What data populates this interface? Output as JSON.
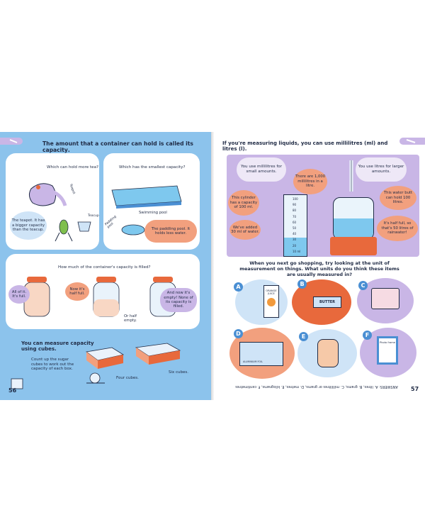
{
  "left": {
    "heading_before": "The amount that a container can hold is called its ",
    "heading_bold": "capacity",
    "heading_after": ".",
    "q1": "Which can hold more tea?",
    "q2": "Which has the smallest capacity?",
    "teapot": "The teapot. It has a bigger capacity than the teacup.",
    "swimming_pool": "Swimming pool",
    "paddling_pool": "Paddling pool",
    "paddling_answer": "The paddling pool. It holds less water.",
    "teapot_label": "Teapot",
    "teacup_label": "Teacup",
    "q3": "How much of the container's capacity is filled?",
    "jar1": "All of it. It's full.",
    "jar2": "Now it's half full.",
    "jar3": "And now it's empty! None of its capacity is filled.",
    "or_half_empty": "Or half empty.",
    "cubes_heading": "You can measure capacity using cubes.",
    "cubes_body": "Count up the sugar cubes to work out the capacity of each box.",
    "four_cubes": "Four cubes.",
    "six_cubes": "Six cubes.",
    "page_number": "56"
  },
  "right": {
    "heading": "If you're measuring liquids, you can use millilitres (ml) and litres (l).",
    "ml_small": "You use millilitres for small amounts.",
    "litres_large": "You use litres for larger amounts.",
    "thousand": "There are 1,000 millilitres in a litre.",
    "cylinder_capacity": "This cylinder has a capacity of 100 ml.",
    "added": "We've added 30 ml of water.",
    "water_butt": "This water butt can hold 100 litres.",
    "half_full": "It's half full, so that's 50 litres of rainwater!",
    "scale": [
      "100",
      "90",
      "80",
      "70",
      "60",
      "50",
      "40",
      "30",
      "20",
      "10 ml"
    ],
    "shopping_heading": "When you next go shopping, try looking at the unit of measurement on things. What units do you think these items are usually measured in?",
    "letters": [
      "A",
      "B",
      "C",
      "D",
      "E",
      "F"
    ],
    "juice_label": "ORANGE JUICE",
    "butter_label": "BUTTER",
    "foil_label": "ALUMINIUM FOIL",
    "photo_label": "Photo frame",
    "answers": "ANSWERS: A. litres, B. grams, C. millilitres or grams, D. metres, E. kilograms, F. centimetres",
    "page_number": "57"
  },
  "colors": {
    "page_blue": "#8cc3ec",
    "salmon": "#f2a07e",
    "lavender": "#c9b6e6",
    "pale_blue": "#cfe4f7",
    "orange_accent": "#e8693c",
    "ink": "#1f2a44"
  }
}
